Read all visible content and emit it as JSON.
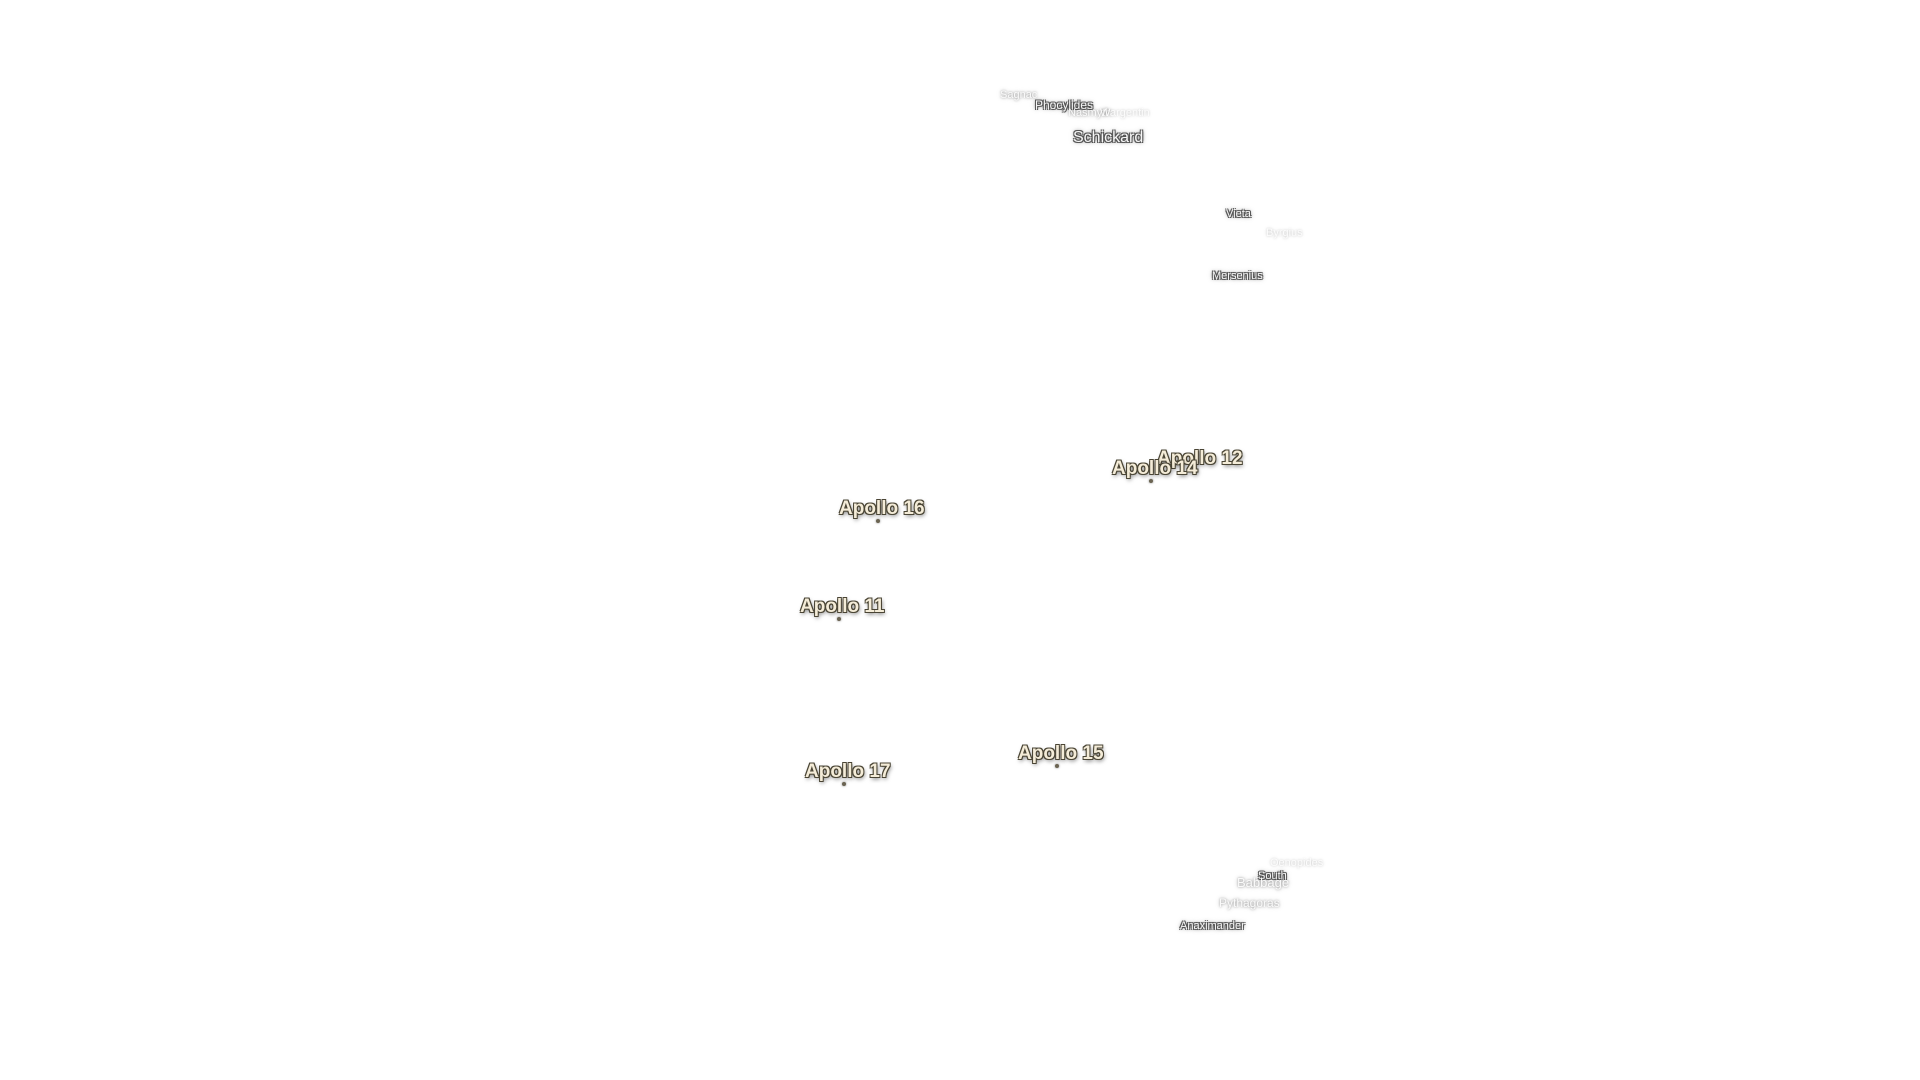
{
  "map": {
    "craters": {
      "sagnac": "Sagnac",
      "phocylides": "Phocylides",
      "nasmyth": "Nasmyth",
      "wargentin": "Wargentin",
      "schickard": "Schickard",
      "vieta": "Vieta",
      "byrgius": "Byrgius",
      "mersenius": "Mersenius",
      "oenopides": "Oenopides",
      "south": "South",
      "babbage": "Babbage",
      "pythagoras": "Pythagoras",
      "anaximander": "Anaximander"
    },
    "landing_sites": {
      "apollo_12": "Apollo 12",
      "apollo_14": "Apollo 14",
      "apollo_16": "Apollo 16",
      "apollo_11": "Apollo 11",
      "apollo_15": "Apollo 15",
      "apollo_17": "Apollo 17"
    }
  }
}
